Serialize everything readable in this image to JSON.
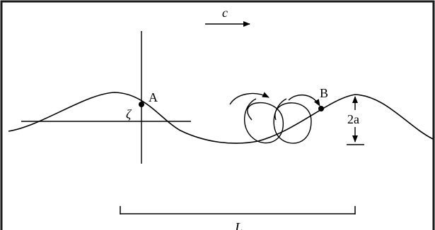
{
  "figure": {
    "velocity_label": "c",
    "point_a_label": "A",
    "point_b_label": "B",
    "elevation_label": "ζ",
    "amplitude_label": "2a",
    "wavelength_label": "L"
  },
  "colors": {
    "ink": "#000000",
    "paper": "#ffffff",
    "border": "#1a1a1a"
  }
}
